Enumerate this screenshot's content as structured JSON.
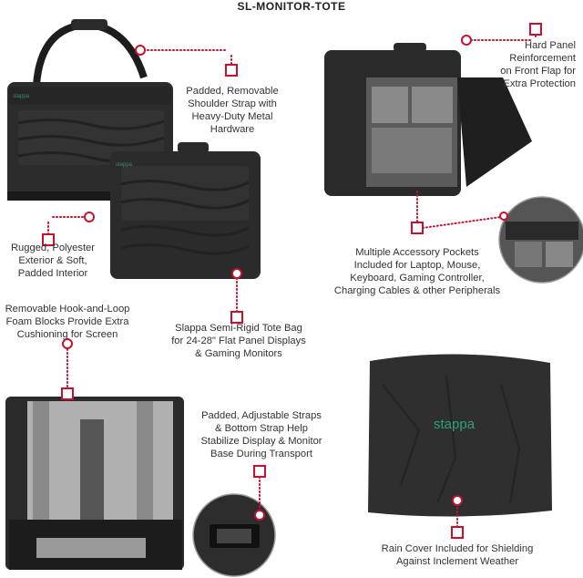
{
  "title": "SL-MONITOR-TOTE",
  "brand": "stappa",
  "accent_color": "#c8102e",
  "captions": {
    "strap": [
      "Padded, Removable",
      "Shoulder Strap with",
      "Heavy-Duty Metal",
      "Hardware"
    ],
    "panel": [
      "Hard Panel",
      "Reinforcement",
      "on Front Flap for",
      "Extra Protection"
    ],
    "exterior": [
      "Rugged, Polyester",
      "Exterior & Soft,",
      "Padded Interior"
    ],
    "pockets": [
      "Multiple Accessory Pockets",
      "Included for Laptop, Mouse,",
      "Keyboard, Gaming Controller,",
      "Charging Cables & other Peripherals"
    ],
    "foam": [
      "Removable Hook-and-Loop",
      "Foam Blocks Provide Extra",
      "Cushioning for Screen"
    ],
    "tote": [
      "Slappa Semi-Rigid Tote Bag",
      "for 24-28\" Flat Panel Displays",
      "& Gaming Monitors"
    ],
    "straps": [
      "Padded, Adjustable Straps",
      "& Bottom Strap Help",
      "Stabilize Display & Monitor",
      "Base During Transport"
    ],
    "rain": [
      "Rain Cover Included for Shielding",
      "Against Inclement Weather"
    ]
  }
}
